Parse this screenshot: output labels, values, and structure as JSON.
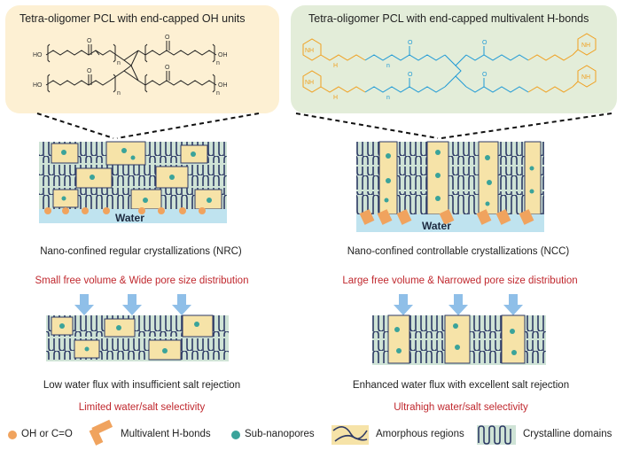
{
  "left_panel": {
    "bubble_title": "Tetra-oligomer PCL with end-capped OH units",
    "bubble_color": "#fdf0d3",
    "molecule_labels": {
      "oh": "HO",
      "oh_right": "OH",
      "n": "n",
      "o": "O"
    },
    "membrane_water": "Water",
    "caption": "Nano-confined regular crystallizations (NRC)",
    "highlight": "Small free volume & Wide pore size distribution",
    "result": "Low water flux with insufficient salt rejection",
    "selectivity": "Limited  water/salt selectivity"
  },
  "right_panel": {
    "bubble_title": "Tetra-oligomer PCL with end-capped multivalent H-bonds",
    "bubble_color": "#e3edd9",
    "molecule_labels": {
      "nh": "NH",
      "h": "H",
      "n": "n",
      "o": "O"
    },
    "membrane_water": "Water",
    "caption": "Nano-confined controllable crystallizations (NCC)",
    "highlight": "Large free volume & Narrowed pore size distribution",
    "result": "Enhanced water flux with excellent salt rejection",
    "selectivity": "Ultrahigh water/salt selectivity"
  },
  "legend": {
    "oh": "OH or C=O",
    "hbond": "Multivalent H-bonds",
    "pores": "Sub-nanopores",
    "amorphous": "Amorphous regions",
    "crystalline": "Crystalline domains"
  },
  "colors": {
    "accent_red": "#c0282e",
    "oh_dot": "#f0a35e",
    "hbond": "#f0a35e",
    "pore": "#3aa39a",
    "crystal_bg": "#cfe3d6",
    "amorphous_bg": "#f6e3a8",
    "water": "#bfe3ef",
    "arrow": "#8fbfe8",
    "chain": "#2e3a66",
    "orange_mol": "#f0a020",
    "blue_mol": "#1f9ad6"
  }
}
